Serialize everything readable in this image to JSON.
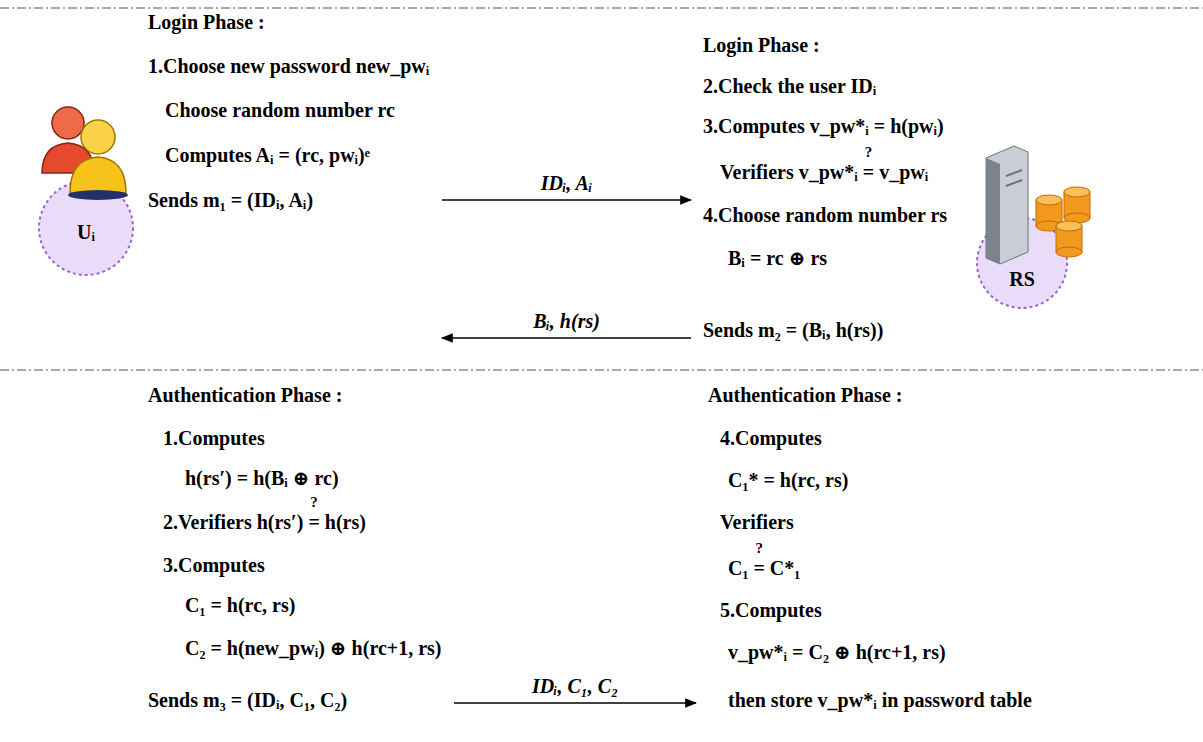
{
  "diagram": {
    "nodes": [
      {
        "text": [
          "Login Phase :",
          "1.Choose new password new_pwᵢ",
          "Choose random number rc",
          "Computes Aᵢ = (rc, pwᵢ)ᵉ",
          "Sends m₁ = (IDᵢ, Aᵢ)"
        ]
      },
      {
        "text": [
          "Login Phase :",
          "2.Check the user IDᵢ",
          "3.Computes v_pw*ᵢ = h(pwᵢ)",
          "Verifiers v_pw*ᵢ",
          "?",
          "=",
          "v_pwᵢ",
          "4.Choose random number rs",
          "Bᵢ = rc ⊕ rs",
          "Sends m₂ = (Bᵢ, h(rs))"
        ]
      },
      {
        "text": [
          "Authentication Phase :",
          "1.Computes",
          "h(rs′) = h(Bᵢ ⊕ rc)",
          "2.Verifiers h(rs′)",
          "?",
          "=",
          "h(rs)",
          "3.Computes",
          "C₁ = h(rc, rs)",
          "C₂ = h(new_pwᵢ) ⊕ h(rc+1, rs)",
          "Sends m₃ = (IDᵢ, C₁, C₂)"
        ]
      },
      {
        "text": [
          "Authentication Phase :",
          "4.Computes",
          "C₁* = h(rc, rs)",
          "Verifiers",
          "C₁",
          "?",
          "=",
          "C*₁",
          "5.Computes",
          "v_pw*ᵢ = C₂ ⊕ h(rc+1, rs)",
          "then store v_pw*ᵢ in password table"
        ]
      },
      {
        "text": [
          "Uᵢ"
        ]
      },
      {
        "text": [
          "RS"
        ]
      }
    ],
    "edges": [
      {
        "from": 0,
        "to": 1,
        "label": "IDᵢ, Aᵢ",
        "arrow": "to"
      },
      {
        "from": 1,
        "to": 0,
        "label": "Bᵢ, h(rs)",
        "arrow": "to"
      },
      {
        "from": 2,
        "to": 3,
        "label": "IDᵢ, C₁, C₂",
        "arrow": "to"
      }
    ]
  }
}
